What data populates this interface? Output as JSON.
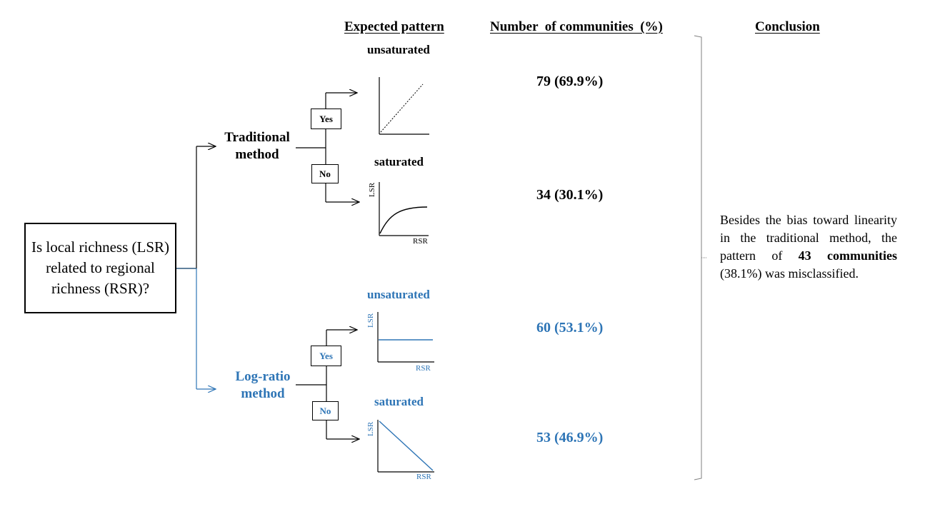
{
  "headers": {
    "expected_pattern": "Expected pattern",
    "number_of_communities": "Number  of communities  (%)",
    "conclusion": "Conclusion"
  },
  "question": "Is local richness (LSR) related to regional richness (RSR)?",
  "traditional": {
    "method_line1": "Traditional",
    "method_line2": "method",
    "yes": "Yes",
    "no": "No",
    "unsaturated_label": "unsaturated",
    "saturated_label": "saturated",
    "unsaturated_count": "79 (69.9%)",
    "saturated_count": "34 (30.1%)",
    "axis_lsr": "LSR",
    "axis_rsr": "RSR"
  },
  "logratio": {
    "method_line1": "Log-ratio",
    "method_line2": "method",
    "yes": "Yes",
    "no": "No",
    "unsaturated_label": "unsaturated",
    "saturated_label": "saturated",
    "unsaturated_count": "60 (53.1%)",
    "saturated_count": "53 (46.9%)",
    "axis_lsr": "LSR",
    "axis_rsr": "RSR"
  },
  "conclusion": {
    "part1": "Besides the bias toward linearity in the traditional method, the pattern of ",
    "bold1": "43 communities",
    "part2": " (38.1%) was misclassified."
  },
  "colors": {
    "black": "#000000",
    "blue": "#2E75B6",
    "grey_bracket": "#7F7F7F"
  }
}
